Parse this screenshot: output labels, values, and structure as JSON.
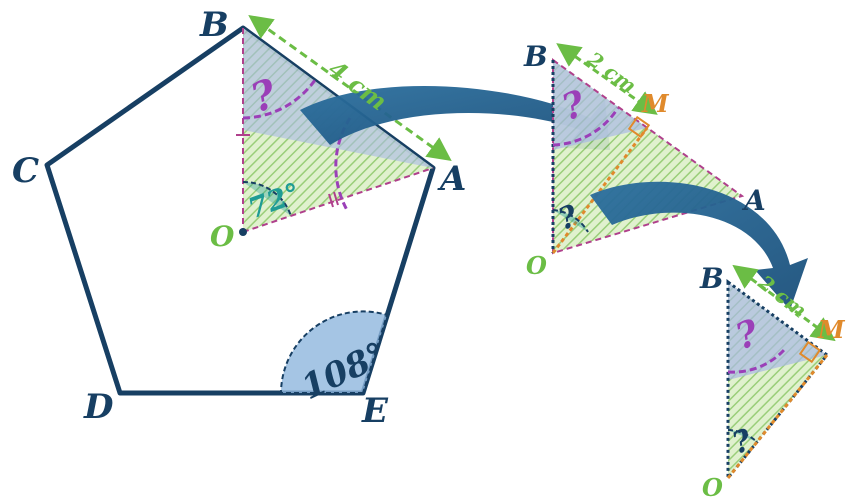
{
  "pentagon": {
    "vertices": {
      "B": "B",
      "A": "A",
      "C": "C",
      "D": "D",
      "E": "E",
      "O": "O"
    },
    "side_length": "4 cm",
    "center_angle": "72°",
    "interior_angle": "108°",
    "unknown_mark": "?"
  },
  "half_triangle": {
    "vertices": {
      "B": "B",
      "M": "M",
      "A": "A",
      "O": "O"
    },
    "half_side": "2 cm",
    "unknown_mark": "?"
  },
  "right_triangle": {
    "vertices": {
      "B": "B",
      "M": "M",
      "O": "O"
    },
    "half_side": "2 cm",
    "unknown_mark": "?"
  },
  "colors": {
    "outline": "#173f63",
    "measure": "#6bbd45",
    "midpoint": "#e08a2c",
    "angle_center": "#1f9c95",
    "angle_unknown": "#9b3fb8",
    "fill_blue": "#a9b9e6",
    "fill_green": "#cfe8b8"
  }
}
